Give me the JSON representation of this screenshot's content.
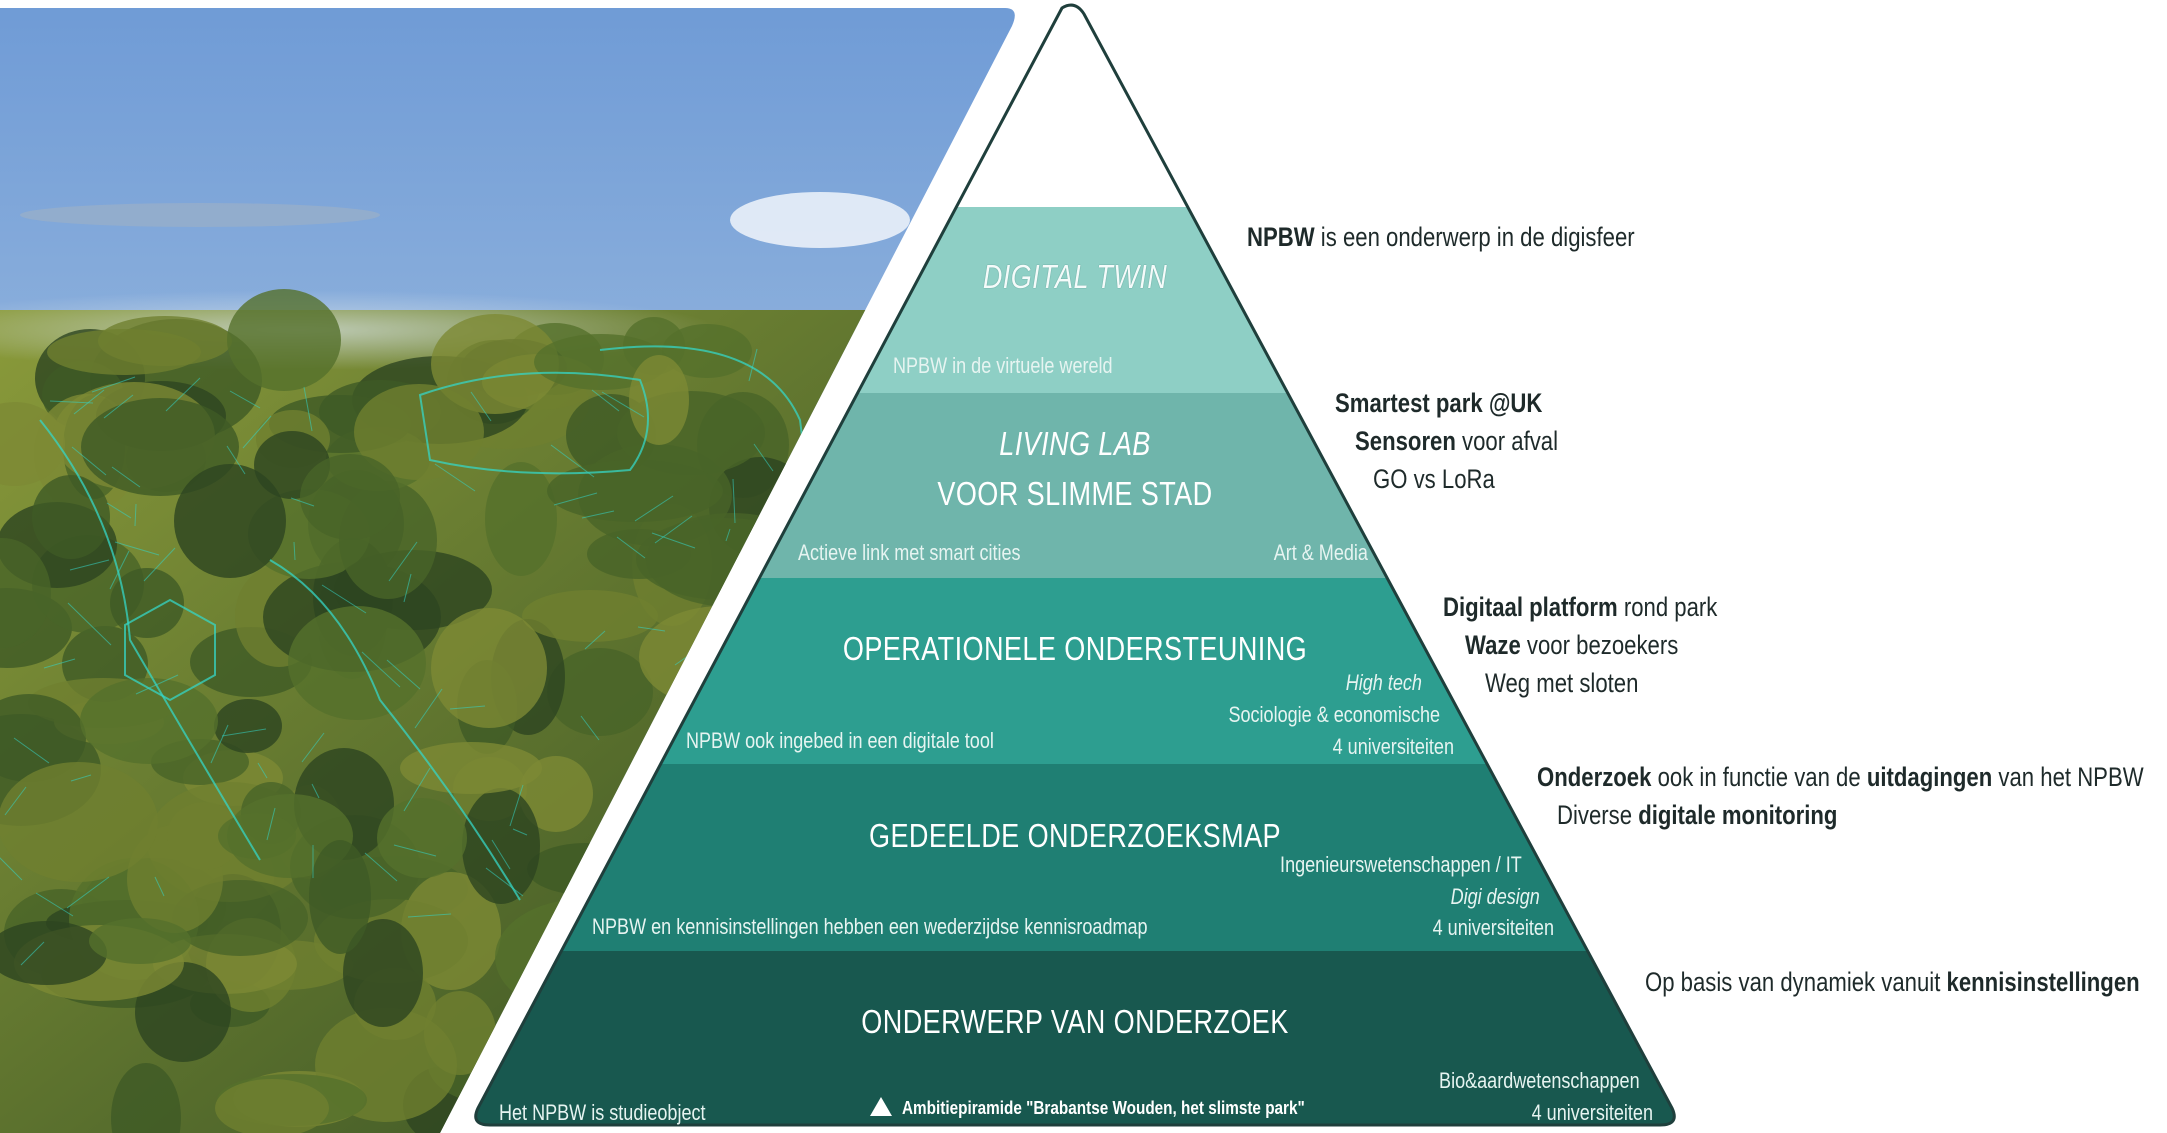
{
  "pyramid": {
    "tiers": [
      {
        "title_line1": "DIGITAL TWIN",
        "title_line2": "",
        "left_note": "NPBW in de virtuele wereld",
        "right_notes": [],
        "color": "#8ecfc5"
      },
      {
        "title_line1": "LIVING LAB",
        "title_line2": "VOOR SLIMME STAD",
        "left_note": "Actieve link met smart cities",
        "right_notes": [
          "Art & Media"
        ],
        "color": "#6fb5ab"
      },
      {
        "title_line1": "OPERATIONELE ONDERSTEUNING",
        "title_line2": "",
        "left_note": "NPBW ook ingebed in een digitale tool",
        "right_notes": [
          "High  tech",
          "Sociologie & economische",
          "4 universiteiten"
        ],
        "color": "#2d9e90"
      },
      {
        "title_line1": "GEDEELDE ONDERZOEKSMAP",
        "title_line2": "",
        "left_note": "NPBW en kennisinstellingen hebben een wederzijdse kennisroadmap",
        "right_notes": [
          "Ingenieurswetenschappen / IT",
          "Digi design",
          "4 universiteiten"
        ],
        "color": "#1f7f73"
      },
      {
        "title_line1": "ONDERWERP VAN ONDERZOEK",
        "title_line2": "",
        "left_note": "Het NPBW is studieobject",
        "right_notes": [
          "Bio&aardwetenschappen",
          "4 universiteiten"
        ],
        "color": "#18584f"
      }
    ],
    "caption": "Ambitiepiramide \"Brabantse Wouden, het slimste park\"",
    "caption_icon": "triangle-icon",
    "outline_color": "#1f3f3c"
  },
  "annotations": [
    [
      [
        {
          "b": true,
          "t": "NPBW"
        },
        {
          "b": false,
          "t": " is een onderwerp in de digisfeer"
        }
      ]
    ],
    [
      [
        {
          "b": true,
          "t": "Smartest park @UK"
        }
      ],
      [
        {
          "b": true,
          "t": "Sensoren"
        },
        {
          "b": false,
          "t": " voor afval"
        }
      ],
      [
        {
          "b": false,
          "t": "GO vs LoRa"
        }
      ]
    ],
    [
      [
        {
          "b": true,
          "t": "Digitaal platform"
        },
        {
          "b": false,
          "t": " rond park"
        }
      ],
      [
        {
          "b": true,
          "t": "Waze"
        },
        {
          "b": false,
          "t": " voor bezoekers"
        }
      ],
      [
        {
          "b": false,
          "t": "Weg met sloten"
        }
      ]
    ],
    [
      [
        {
          "b": true,
          "t": "Onderzoek"
        },
        {
          "b": false,
          "t": " ook in functie van de "
        },
        {
          "b": true,
          "t": "uitdagingen"
        },
        {
          "b": false,
          "t": " van het NPBW"
        }
      ],
      [
        {
          "b": false,
          "t": "Diverse "
        },
        {
          "b": true,
          "t": "digitale monitoring"
        }
      ]
    ],
    [
      [
        {
          "b": false,
          "t": "Op basis van dynamiek vanuit "
        },
        {
          "b": true,
          "t": "kennisinstellingen"
        }
      ]
    ]
  ],
  "photo": {
    "sky_top": "#6f9bd6",
    "sky_bottom": "#c9dbe8",
    "forest_dark": "#2f4a22",
    "forest_light": "#8a9a3a",
    "wireframe": "#35d6c6"
  }
}
